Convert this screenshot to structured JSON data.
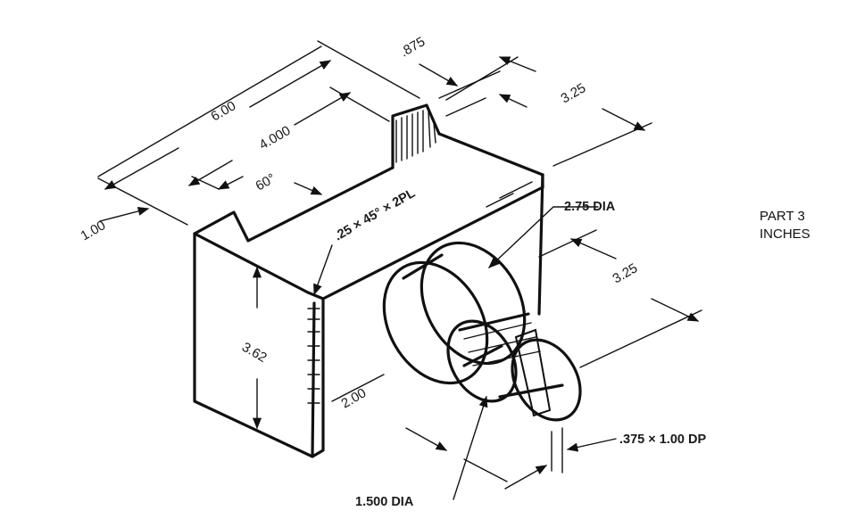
{
  "drawing": {
    "dimensions": {
      "length_total": "6.00",
      "slot_width": ".875",
      "depth_right": "3.25",
      "notch_offset": "4.000",
      "v_angle": "60°",
      "chamfer_note": ".25 × 45° × 2PL",
      "left_offset": "1.00",
      "height": "3.62",
      "boss_dia": "2.75 DIA",
      "boss_position": "3.25",
      "shaft_length": "2.00",
      "shaft_dia": "1.500 DIA",
      "slot_note": ".375 × 1.00 DP"
    },
    "part_label": {
      "line1": "PART 3",
      "line2": "INCHES"
    }
  }
}
